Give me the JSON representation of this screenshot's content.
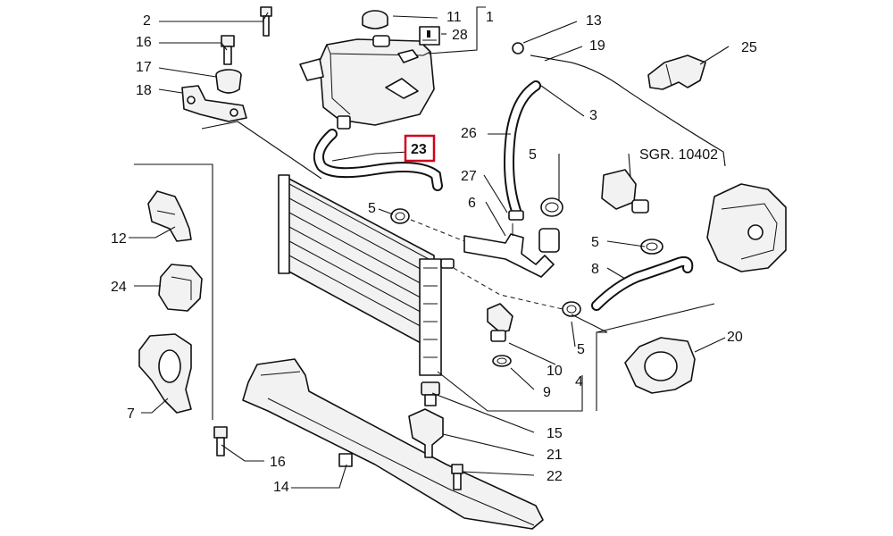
{
  "callouts": {
    "c1": "1",
    "c2": "2",
    "c3": "3",
    "c4": "4",
    "c5a": "5",
    "c5b": "5",
    "c5c": "5",
    "c5d": "5",
    "c6": "6",
    "c7": "7",
    "c8": "8",
    "c9": "9",
    "c10": "10",
    "c11": "11",
    "c12": "12",
    "c13": "13",
    "c14": "14",
    "c15": "15",
    "c16a": "16",
    "c16b": "16",
    "c17": "17",
    "c18": "18",
    "c19": "19",
    "c20": "20",
    "c21": "21",
    "c22": "22",
    "c23": "23",
    "c24": "24",
    "c25": "25",
    "c26": "26",
    "c27": "27",
    "c28": "28"
  },
  "reference_label": "SGR. 10402",
  "highlight_color": "#d0021b",
  "highlighted_part": "23"
}
